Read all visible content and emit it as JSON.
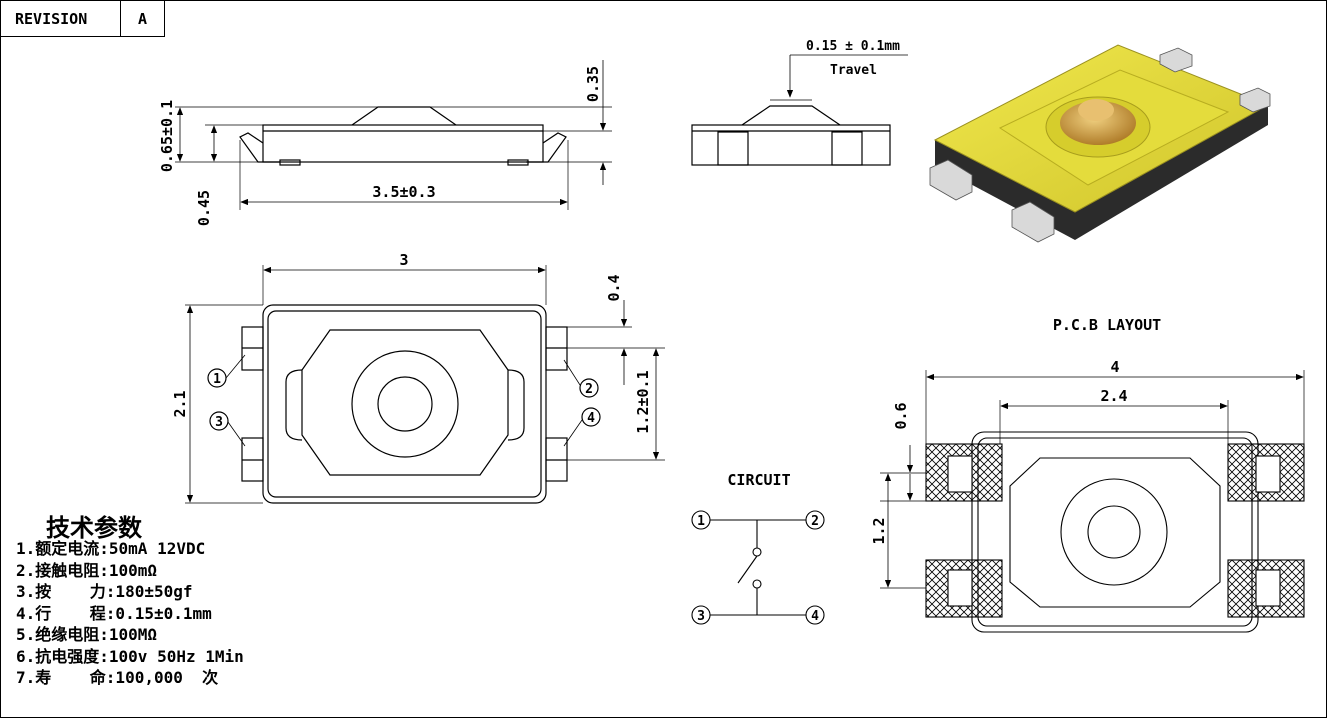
{
  "title_block": {
    "revision_label": "REVISION",
    "revision_value": "A"
  },
  "side_view": {
    "width_dim": "3.5±0.3",
    "height_dim": "0.65±0.1",
    "lead_dim": "0.45",
    "plunger_dim": "0.35"
  },
  "front_view": {
    "travel_dim": "0.15 ± 0.1mm",
    "travel_label": "Travel"
  },
  "top_view": {
    "width_dim": "3",
    "height_dim": "2.1",
    "pad_dim": "0.4",
    "pitch_dim": "1.2±0.1",
    "pins": [
      "1",
      "2",
      "3",
      "4"
    ]
  },
  "pcb_layout": {
    "title": "P.C.B LAYOUT",
    "outer_dim": "4",
    "inner_dim": "2.4",
    "pad_dim": "0.6",
    "pitch_dim": "1.2"
  },
  "circuit": {
    "title": "CIRCUIT",
    "pins": [
      "1",
      "2",
      "3",
      "4"
    ]
  },
  "specs": {
    "title": "技术参数",
    "lines": [
      "1.额定电流:50mA 12VDC",
      "2.接触电阻:100mΩ",
      "3.按    力:180±50gf",
      "4.行    程:0.15±0.1mm",
      "5.绝缘电阻:100MΩ",
      "6.抗电强度:100v 50Hz 1Min",
      "7.寿    命:100,000  次"
    ]
  },
  "colors": {
    "cap": "#e8df3a",
    "cap_dark": "#c9bd22",
    "body": "#2b2b2b",
    "plunger": "#d4a64a",
    "terminal": "#d9d9d9"
  }
}
